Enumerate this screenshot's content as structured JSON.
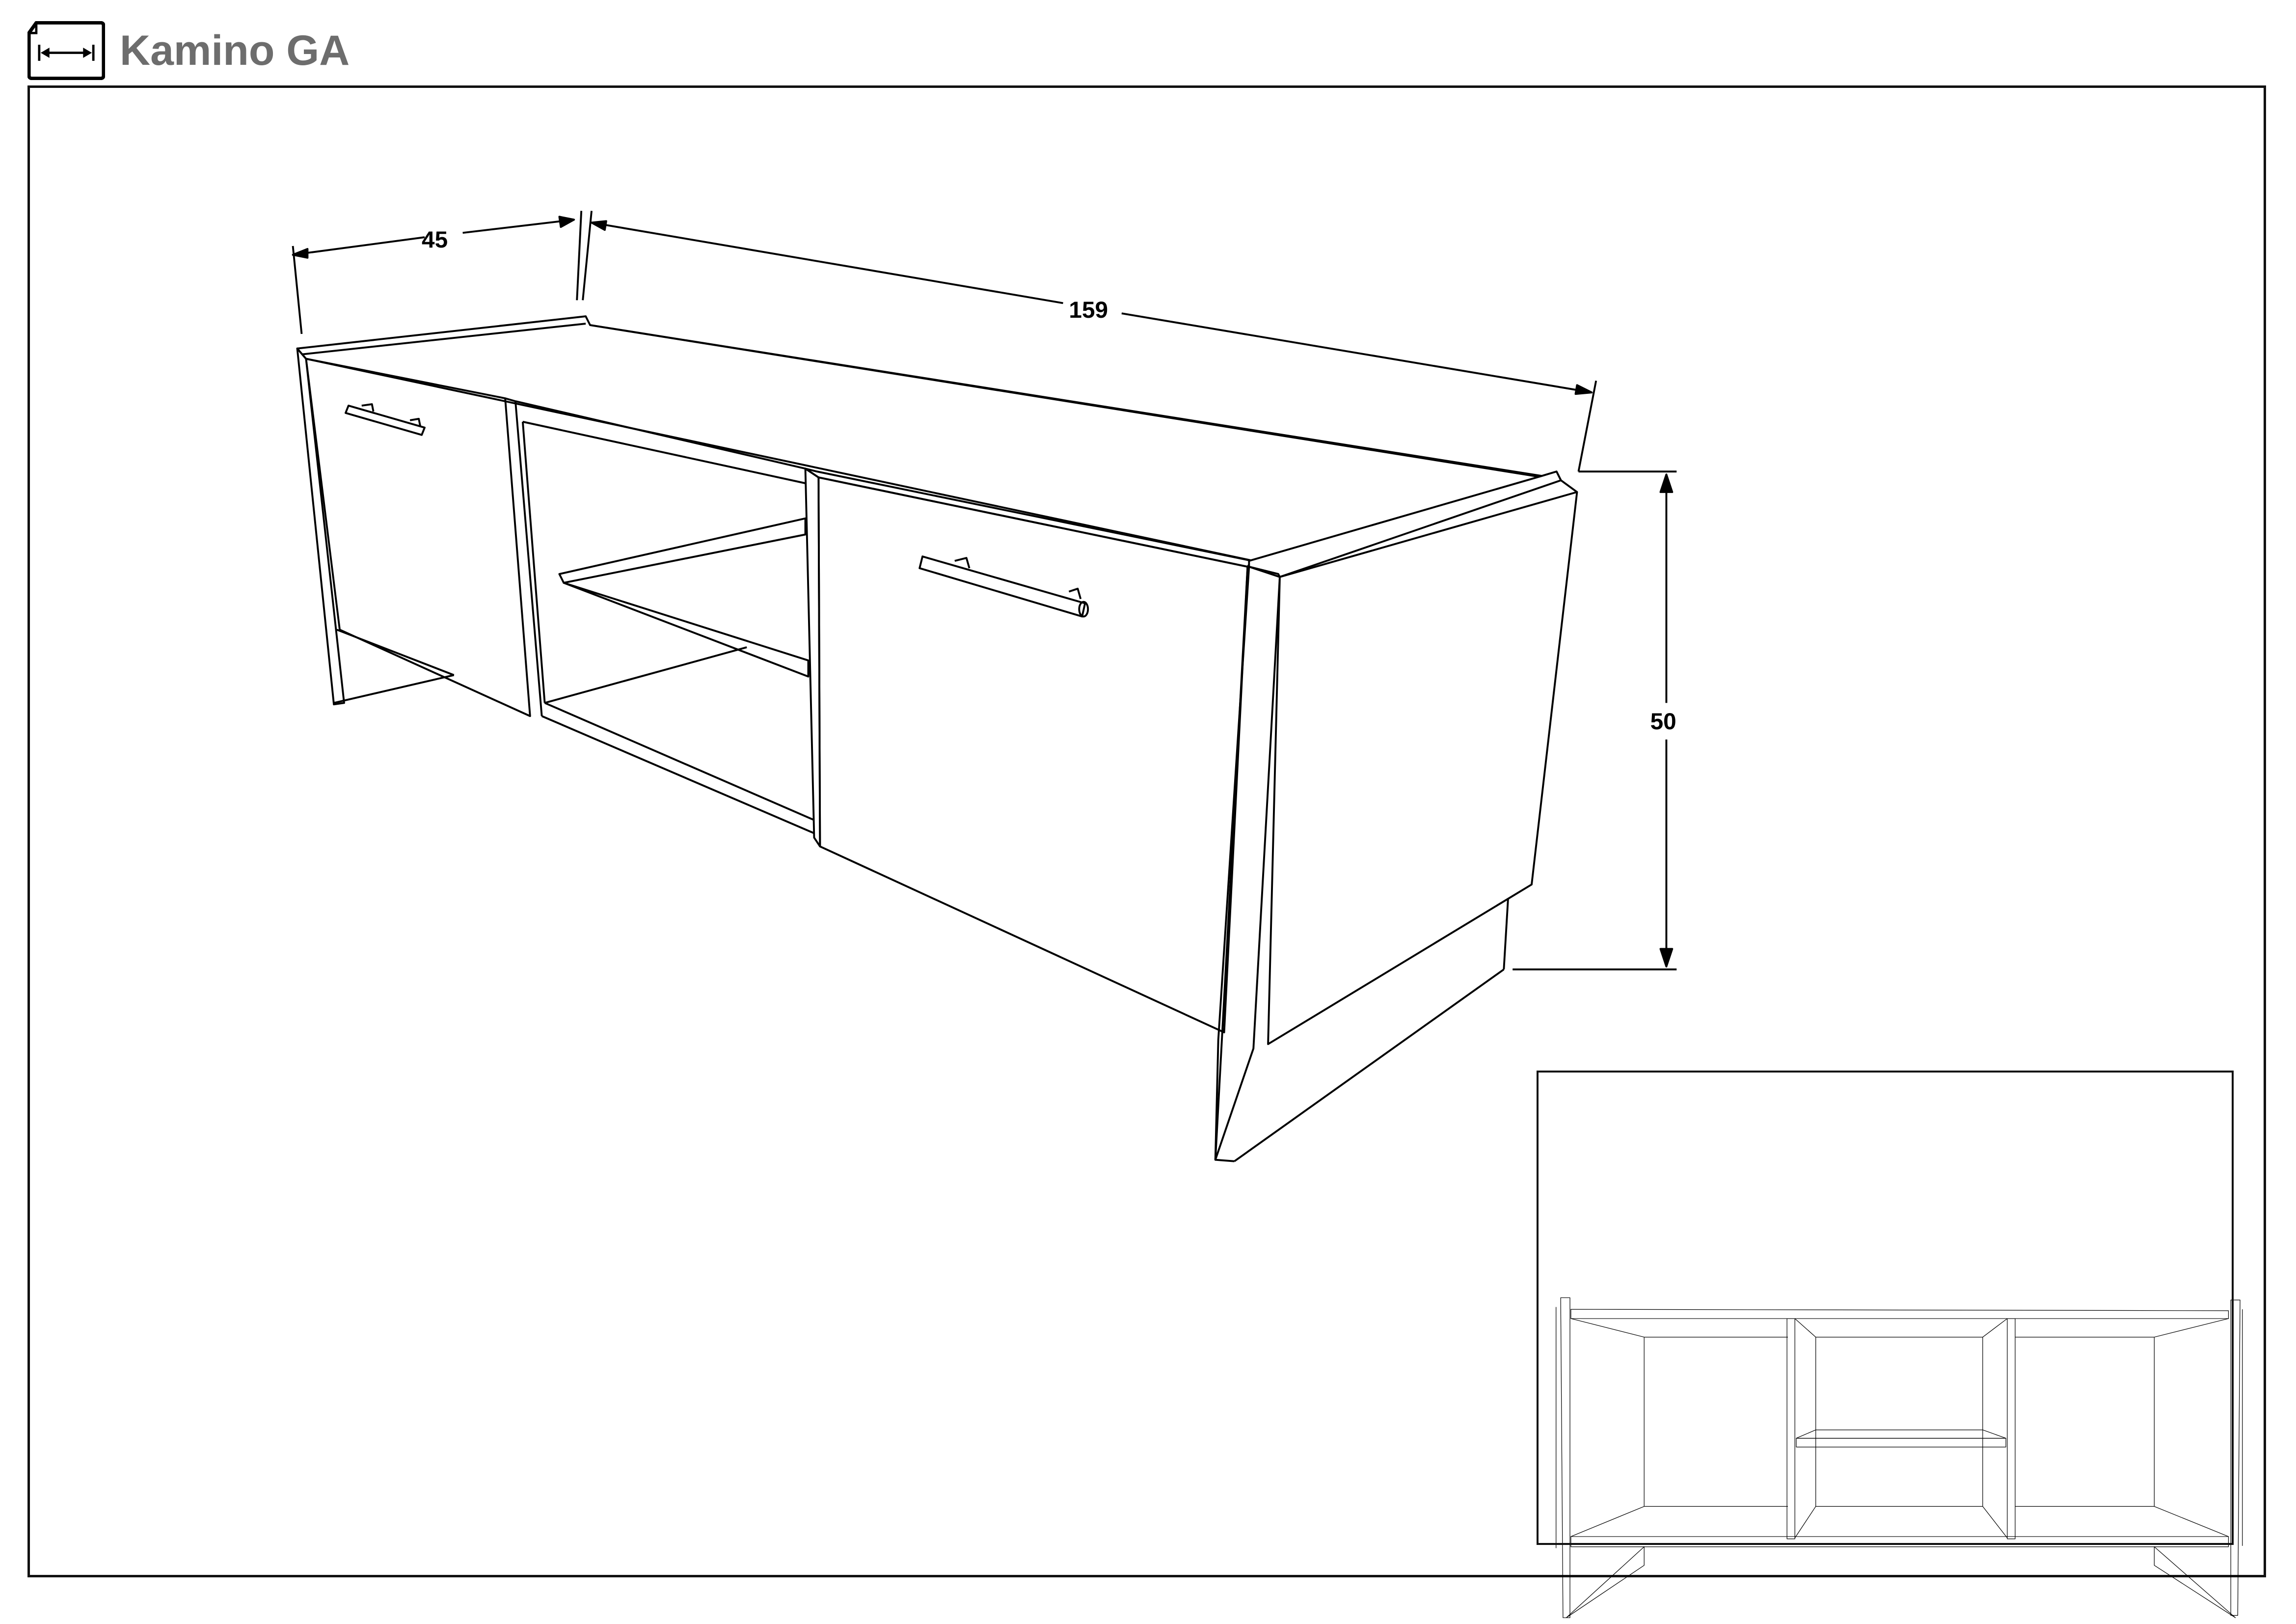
{
  "header": {
    "title": "Kamino GA",
    "icon": "dimension-sheet-icon"
  },
  "drawing": {
    "type": "assembly-dimension-sheet",
    "subject": "TV stand with two drop-down doors and open middle shelf",
    "dimensions": {
      "depth": {
        "value": "45",
        "label": "45"
      },
      "width": {
        "value": "159",
        "label": "159"
      },
      "height": {
        "value": "50",
        "label": "50"
      }
    },
    "views": [
      {
        "name": "isometric-view",
        "description": "closed cabinet with two doors and bar handles"
      },
      {
        "name": "front-view-inset",
        "description": "open front view showing two side compartments and centre shelf"
      }
    ]
  },
  "colors": {
    "line": "#000000",
    "title": "#6d6d6d",
    "background": "#ffffff"
  }
}
